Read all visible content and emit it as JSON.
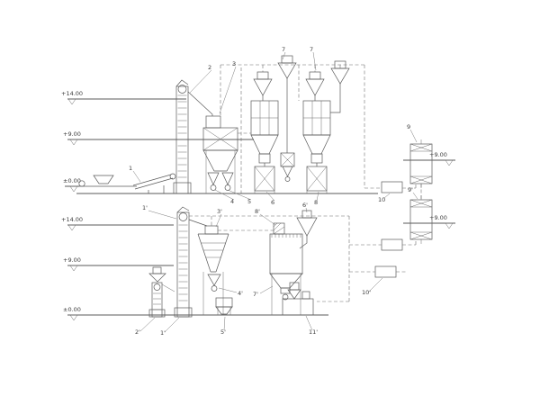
{
  "drawing": {
    "kind": "process-flow-elevation-diagram",
    "background": "#ffffff",
    "line_color": "#5a5a5a",
    "text_color": "#3d3d3d"
  },
  "elevations": {
    "top_level_14": "+14.00",
    "top_level_9": "+9.00",
    "top_level_0": "±0.00",
    "bottom_level_14": "+14.00",
    "bottom_level_9": "+9.00",
    "bottom_level_0": "±0.00",
    "right_level_9_upper": "+9.00",
    "right_level_9_lower": "+9.00"
  },
  "equipment_labels": {
    "conveyor": "1",
    "bucket_elevator": "2",
    "separator": "3",
    "discharge_left": "4",
    "discharge_right": "5",
    "machine_a": "6",
    "cyclone_a": "7",
    "cyclone_b": "7",
    "machine_b": "8",
    "tank_upper": "9",
    "fan_upper": "10",
    "bucket_elevator_prime": "1'",
    "small_elevator_prime": "2'",
    "sifter_prime": "3'",
    "outlet_prime": "4'",
    "bagging_prime": "5'",
    "cyclone_prime": "6'",
    "bin_prime": "7'",
    "filter_prime": "8'",
    "tank_lower": "9'",
    "fan_lower": "10'",
    "packer_prime": "11'"
  }
}
